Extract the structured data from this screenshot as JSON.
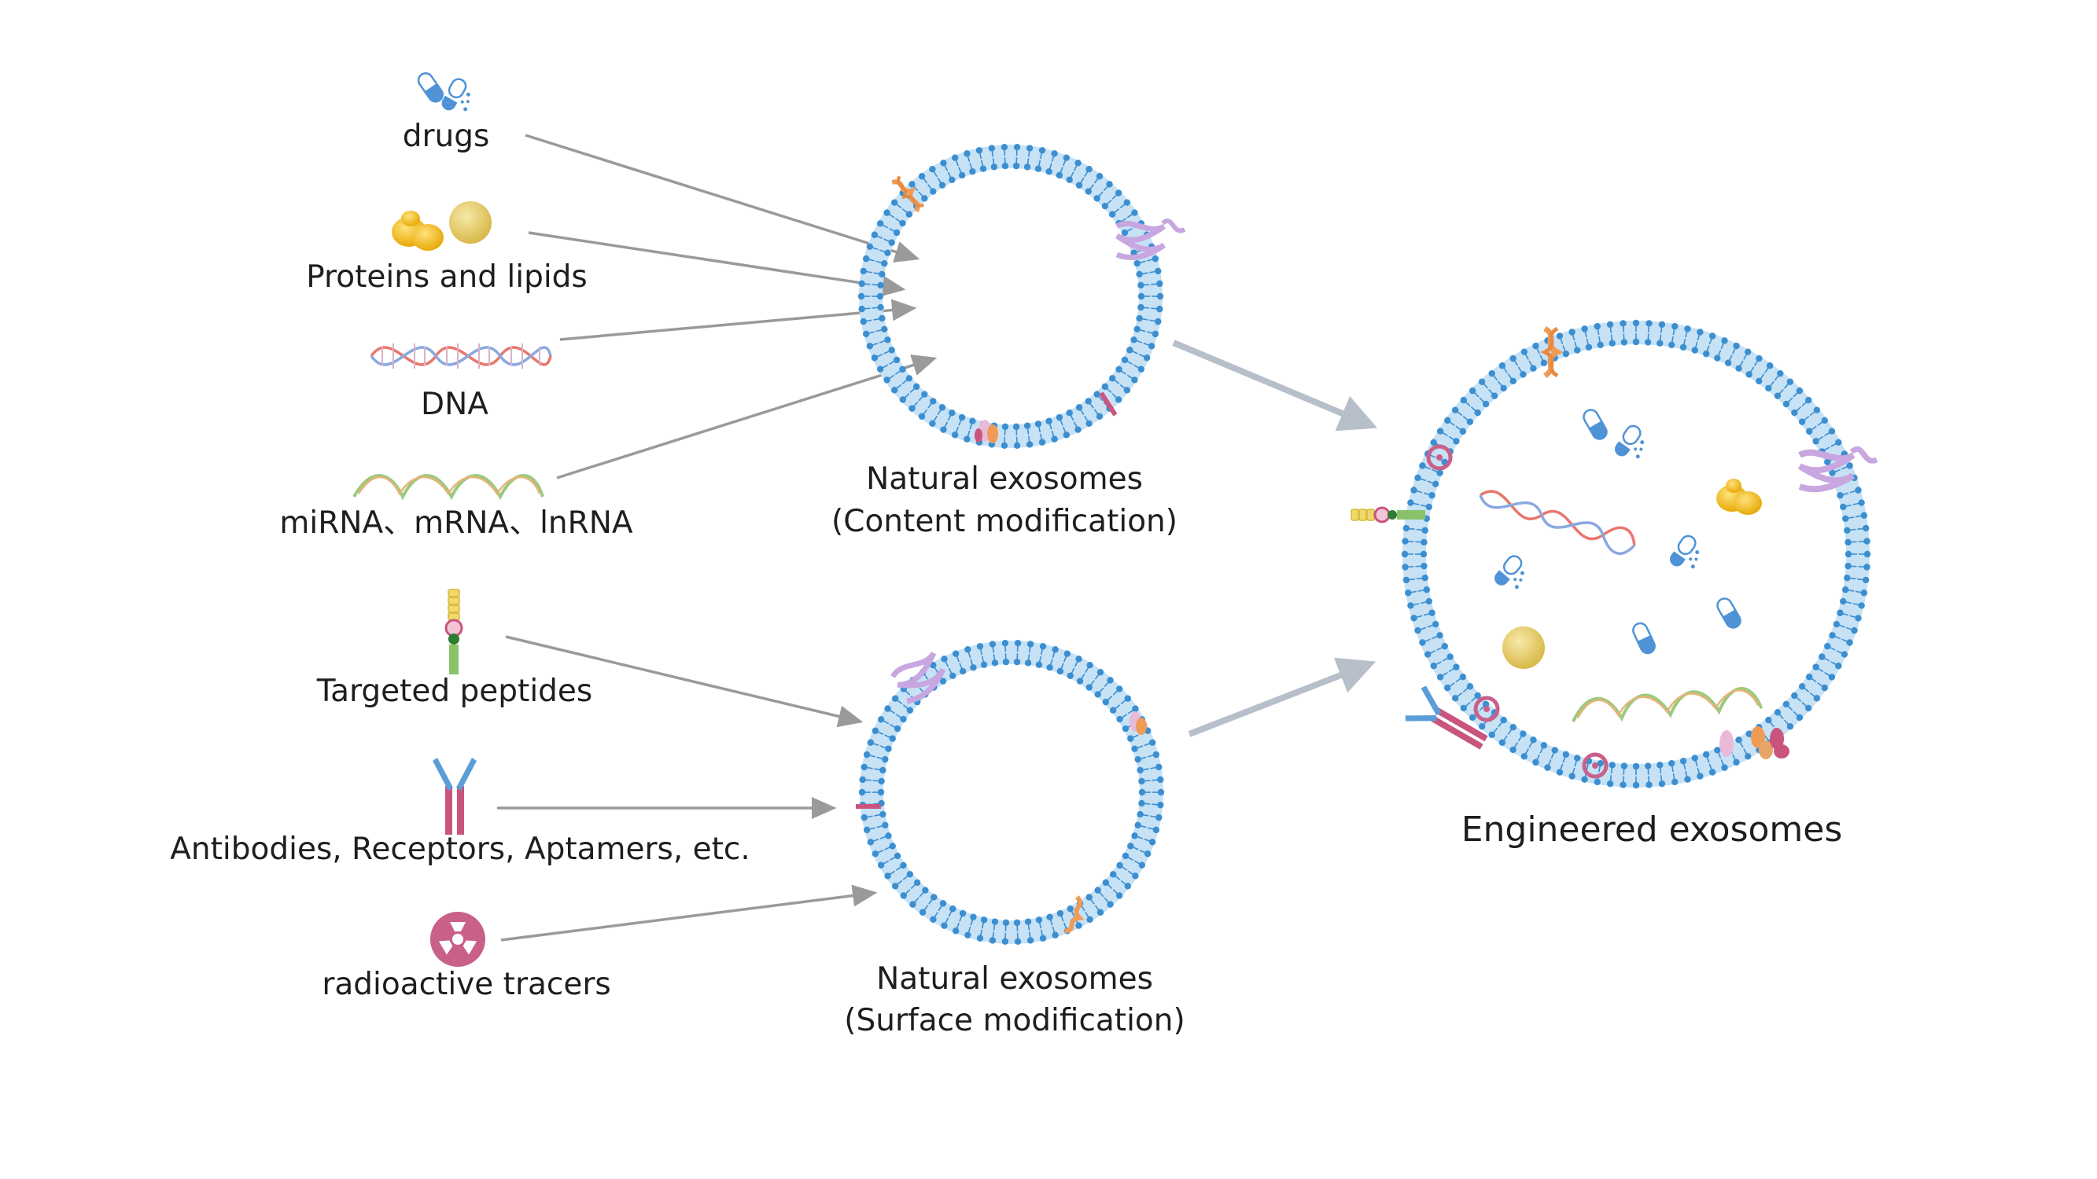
{
  "inputs": {
    "content": {
      "drugs": "drugs",
      "proteins_lipids": "Proteins and lipids",
      "dna": "DNA",
      "rna": "miRNA、mRNA、lnRNA"
    },
    "surface": {
      "peptides": "Targeted peptides",
      "antibodies": "Antibodies, Receptors, Aptamers, etc.",
      "tracers": "radioactive tracers"
    }
  },
  "exosomes": {
    "content": {
      "line1": "Natural exosomes",
      "line2": "(Content modification)"
    },
    "surface": {
      "line1": "Natural exosomes",
      "line2": "(Surface modification)"
    },
    "engineered": "Engineered exosomes"
  },
  "colors": {
    "membrane_blue": "#3b8fd1",
    "membrane_light": "#c7e1f5",
    "arrow_gray": "#9a9a9a",
    "arrow_big": "#b7bfca",
    "drug_blue": "#4f93d6",
    "protein_yellow": "#f2b51b",
    "lipid_yellow": "#e9cf6a",
    "dna_red": "#e8766d",
    "dna_blue": "#8aa8df",
    "rna_green": "#9cc97d",
    "rna_orange": "#e8b37a",
    "antibody_blue": "#5a9ed8",
    "antibody_pink": "#c9557f",
    "tracer_pink": "#c9608a",
    "peptide_yellow": "#f0d86a",
    "peptide_green": "#8ac26a",
    "purple_protein": "#c8a6e0",
    "orange_protein": "#ef9a55"
  }
}
